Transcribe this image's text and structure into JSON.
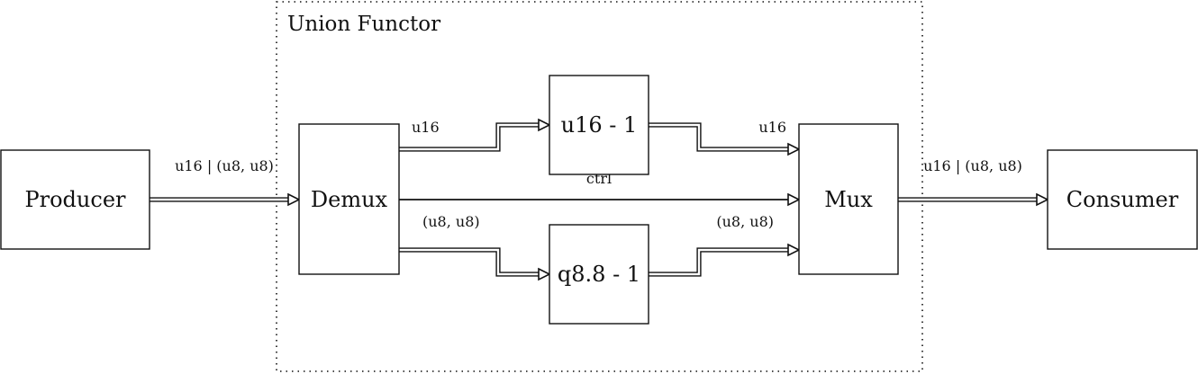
{
  "diagram": {
    "functor_title": "Union Functor",
    "nodes": {
      "producer": "Producer",
      "demux": "Demux",
      "u16_minus_1": "u16 - 1",
      "q88_minus_1": "q8.8 - 1",
      "mux": "Mux",
      "consumer": "Consumer"
    },
    "edges": {
      "producer_to_demux": "u16 | (u8, u8)",
      "demux_to_u16_box": "u16",
      "u16_box_to_mux": "u16",
      "ctrl": "ctrl",
      "demux_to_q88_box": "(u8, u8)",
      "q88_box_to_mux": "(u8, u8)",
      "mux_to_consumer": "u16 | (u8, u8)"
    }
  }
}
